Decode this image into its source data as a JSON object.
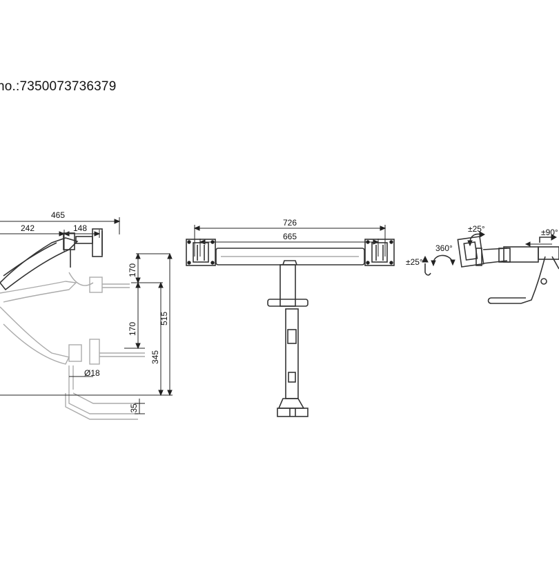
{
  "header": {
    "product_code_text": "no.:7350073736379"
  },
  "side_view": {
    "dim_total_reach": "465",
    "dim_arm_segment": "242",
    "dim_head_offset": "148",
    "dim_upper_step": "170",
    "dim_lower_step": "170",
    "dim_pole_height": "345",
    "dim_total_height": "515",
    "dim_pole_diameter": "Ø18",
    "dim_base_thickness": "35"
  },
  "front_view": {
    "dim_bar_width": "726",
    "dim_vesa_spacing": "665"
  },
  "rotation_view": {
    "tilt_up": "±25°",
    "rotation": "360°",
    "tilt_side": "±25°",
    "swivel": "±90°"
  }
}
